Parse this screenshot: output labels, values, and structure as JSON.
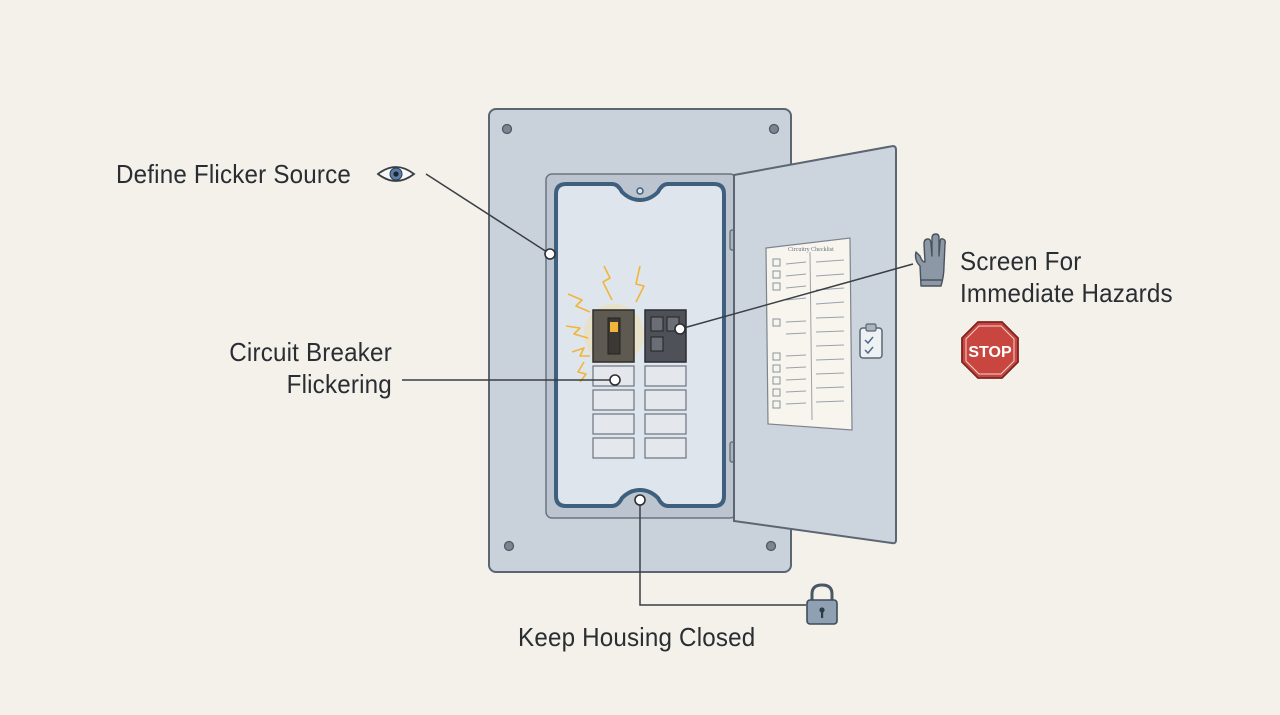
{
  "callouts": {
    "define_flicker_source": "Define Flicker Source",
    "circuit_breaker_line1": "Circuit Breaker",
    "circuit_breaker_line2": "Flickering",
    "screen_hazards_line1": "Screen For",
    "screen_hazards_line2": "Immediate Hazards",
    "keep_housing_closed": "Keep Housing Closed"
  },
  "icons": {
    "eye": "eye-icon",
    "glove": "glove-icon",
    "stop_sign": "stop-sign-icon",
    "padlock": "padlock-icon",
    "clipboard": "clipboard-icon"
  },
  "stop_sign_text": "STOP",
  "checklist_title": "Circuitry Checklist",
  "colors": {
    "background": "#f3f1ea",
    "panel": "#c9d1da",
    "panel_outline": "#5b6672",
    "spark": "#f0b53a",
    "stop_red": "#c8463f",
    "glove": "#8c98a6"
  }
}
